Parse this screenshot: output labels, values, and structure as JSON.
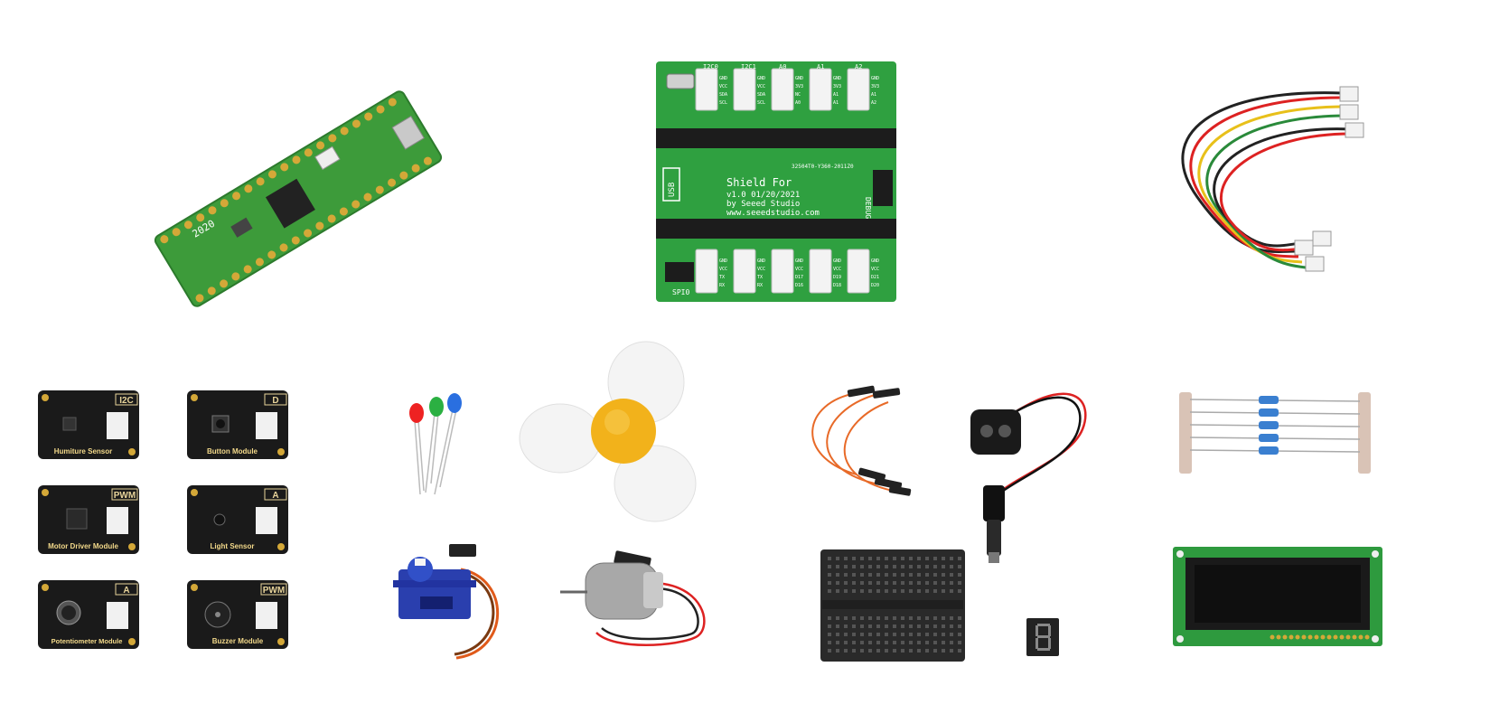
{
  "pico": {
    "year_text": "2020"
  },
  "shield": {
    "top_headers": [
      "I2C0",
      "I2C1",
      "A0",
      "A1",
      "A2"
    ],
    "top_pins": [
      [
        "GND",
        "VCC",
        "SDA",
        "SCL"
      ],
      [
        "GND",
        "VCC",
        "SDA",
        "SCL"
      ],
      [
        "GND",
        "3V3",
        "NC",
        "A0"
      ],
      [
        "GND",
        "3V3",
        "A1",
        "A1"
      ],
      [
        "GND",
        "3V3",
        "A1",
        "A2"
      ]
    ],
    "bottom_pins": [
      [
        "GND",
        "VCC",
        "TX",
        "RX"
      ],
      [
        "GND",
        "VCC",
        "TX",
        "RX"
      ],
      [
        "GND",
        "VCC",
        "D17",
        "D16"
      ],
      [
        "GND",
        "VCC",
        "D19",
        "D18"
      ],
      [
        "GND",
        "VCC",
        "D21",
        "D20"
      ]
    ],
    "usb_label": "USB",
    "debug_label": "DEBUG",
    "spi_label": "SPI0",
    "board_title": "Shield For",
    "version": "v1.0 01/20/2021",
    "maker": "by Seeed Studio",
    "url": "www.seeedstudio.com",
    "code": "32504T0-Y360-2011Z0"
  },
  "modules": [
    {
      "tag": "I2C",
      "name": "Humiture Sensor"
    },
    {
      "tag": "D",
      "name": "Button Module"
    },
    {
      "tag": "PWM",
      "name": "Motor Driver Module"
    },
    {
      "tag": "A",
      "name": "Light Sensor"
    },
    {
      "tag": "A",
      "name": "Potentiometer Module"
    },
    {
      "tag": "PWM",
      "name": "Buzzer Module"
    }
  ],
  "colors": {
    "pcb_green": "#2fa040",
    "pico_green": "#3d9b3a",
    "module_black": "#1a1a1a",
    "gold": "#d4a838",
    "fan_hub": "#f2b21b",
    "servo_blue": "#2a3fae",
    "lcd_green": "#2e9a3e"
  }
}
